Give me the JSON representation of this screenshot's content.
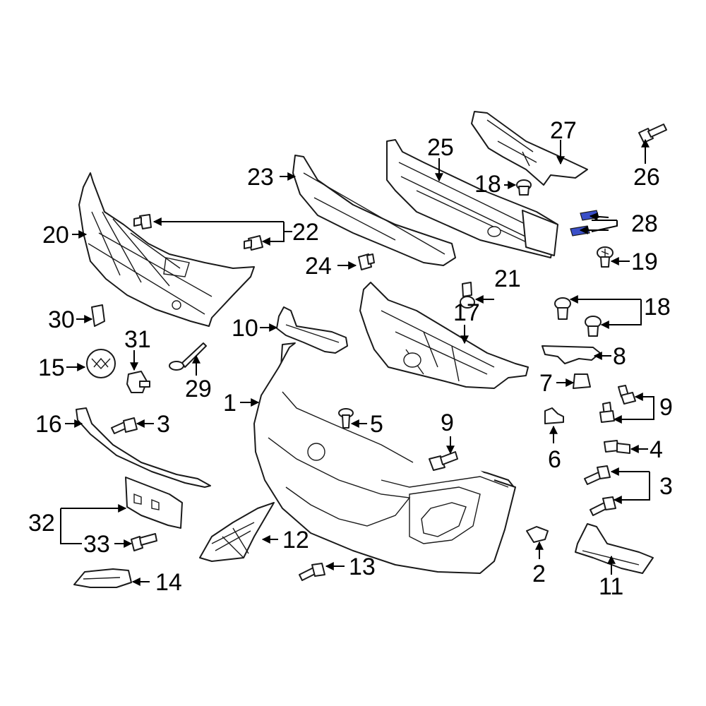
{
  "callouts": {
    "c1": "1",
    "c2": "2",
    "c3a": "3",
    "c3b": "3",
    "c4": "4",
    "c5": "5",
    "c6": "6",
    "c7": "7",
    "c8": "8",
    "c9a": "9",
    "c9b": "9",
    "c10": "10",
    "c11": "11",
    "c12": "12",
    "c13": "13",
    "c14": "14",
    "c15": "15",
    "c16": "16",
    "c17": "17",
    "c18a": "18",
    "c18b": "18",
    "c19": "19",
    "c20": "20",
    "c21": "21",
    "c22": "22",
    "c23": "23",
    "c24": "24",
    "c25": "25",
    "c26": "26",
    "c27": "27",
    "c28": "28",
    "c29": "29",
    "c30": "30",
    "c31": "31",
    "c32": "32",
    "c33": "33"
  },
  "colors": {
    "line": "#1a1a1a",
    "accent": "#3a4fc8",
    "background": "#ffffff"
  }
}
